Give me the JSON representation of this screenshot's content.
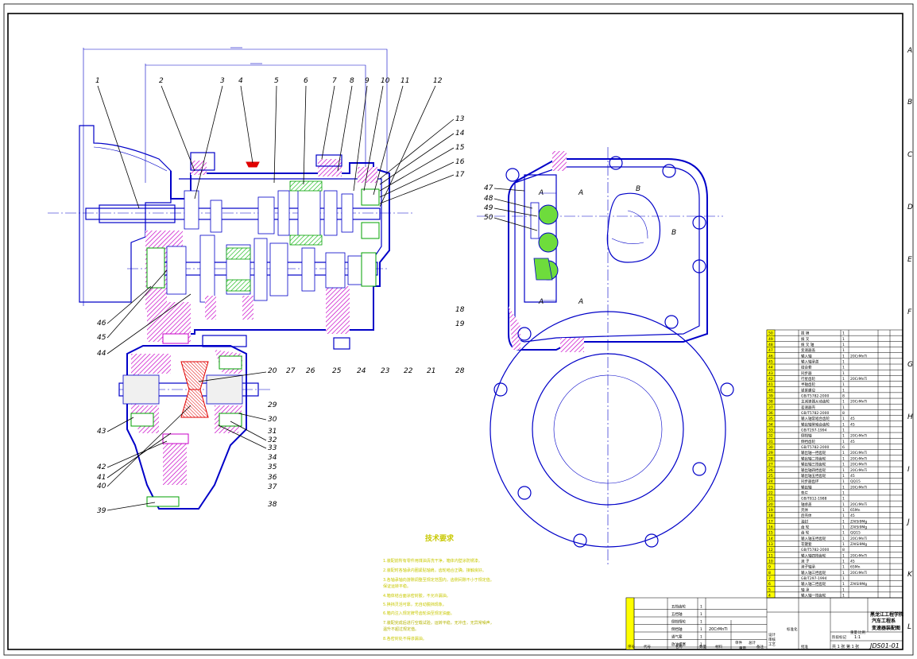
{
  "callouts_top": [
    "1",
    "2",
    "3",
    "4",
    "5",
    "6",
    "7",
    "8",
    "9",
    "10",
    "11",
    "12"
  ],
  "callouts_right": [
    "13",
    "14",
    "15",
    "16",
    "17"
  ],
  "callouts_mid_right": [
    "18",
    "19"
  ],
  "callouts_mid_row": [
    "20",
    "21",
    "22",
    "23",
    "24",
    "25",
    "26",
    "27",
    "28"
  ],
  "callouts_diff_right": [
    "29",
    "30",
    "31",
    "32",
    "33",
    "34",
    "35",
    "36",
    "37",
    "38"
  ],
  "callout_bottom_left": "39",
  "callouts_diff_left": [
    "40",
    "41",
    "42",
    "43"
  ],
  "callouts_left": [
    "44",
    "45",
    "46"
  ],
  "callouts_side_view": [
    "47",
    "48",
    "49",
    "50"
  ],
  "section_markers": {
    "a1": "A",
    "a2": "A",
    "a3": "A",
    "a4": "A",
    "b1": "B",
    "b2": "B"
  },
  "border_letters_right": [
    "A",
    "B",
    "C",
    "D",
    "E",
    "F",
    "G",
    "H",
    "I",
    "J",
    "K",
    "L"
  ],
  "tech_requirements": {
    "title": "技术要求",
    "lines": [
      "1.装配前所有零件用煤油清洗干净，箱体内壁涂防锈漆。",
      "2.装配时各轴承内圈紧贴轴肩，齿轮啮合正确，接触良好。",
      "3.各轴承轴向游隙调整至规定范围内，齿侧间隙不小于规定值。",
      "   保证运转平稳。",
      "4.箱体结合面涂密封胶，不允许漏油。",
      "5.换挡灵活可靠，无自动脱挡现象。",
      "6.箱内注入规定牌号齿轮油至规定油面。",
      "7.装配完成后进行空载试验，运转平稳，无冲击，无异常噪声，",
      "   温升不超过规定值。",
      "8.各密封处不得渗漏油。"
    ]
  },
  "parts_table_rows": [
    {
      "no": "50",
      "name": "拨 销",
      "qty": "1",
      "mat": ""
    },
    {
      "no": "49",
      "name": "拨 叉",
      "qty": "1",
      "mat": ""
    },
    {
      "no": "48",
      "name": "拨 叉 轴",
      "qty": "1",
      "mat": ""
    },
    {
      "no": "47",
      "name": "变速器盖",
      "qty": "1",
      "mat": ""
    },
    {
      "no": "46",
      "name": "输入轴",
      "qty": "1",
      "mat": "20CrMnTi"
    },
    {
      "no": "45",
      "name": "输入轴承盖",
      "qty": "1",
      "mat": ""
    },
    {
      "no": "44",
      "name": "结合套",
      "qty": "1",
      "mat": ""
    },
    {
      "no": "43",
      "name": "同步器",
      "qty": "1",
      "mat": ""
    },
    {
      "no": "42",
      "name": "行星齿轮",
      "qty": "1",
      "mat": "20CrMnTi"
    },
    {
      "no": "41",
      "name": "半轴齿轮",
      "qty": "1",
      "mat": ""
    },
    {
      "no": "40",
      "name": "锁紧螺母",
      "qty": "1",
      "mat": ""
    },
    {
      "no": "39",
      "name": "GB/T5782-2000",
      "qty": "8",
      "mat": ""
    },
    {
      "no": "38",
      "name": "主减速器从动齿轮",
      "qty": "1",
      "mat": "20CrMnTi"
    },
    {
      "no": "37",
      "name": "差速器壳",
      "qty": "1",
      "mat": ""
    },
    {
      "no": "36",
      "name": "GB/T5782-2000",
      "qty": "8",
      "mat": ""
    },
    {
      "no": "35",
      "name": "输入轴常啮合齿轮",
      "qty": "1",
      "mat": "45"
    },
    {
      "no": "34",
      "name": "输出轴常啮合齿轮",
      "qty": "1",
      "mat": "45"
    },
    {
      "no": "33",
      "name": "GB/T297-1994",
      "qty": "1",
      "mat": ""
    },
    {
      "no": "32",
      "name": "倒挡轴",
      "qty": "1",
      "mat": "20CrMnTi"
    },
    {
      "no": "31",
      "name": "倒挡齿轮",
      "qty": "1",
      "mat": "45"
    },
    {
      "no": "30",
      "name": "GB/T5782-2000",
      "qty": "6",
      "mat": ""
    },
    {
      "no": "29",
      "name": "输出轴一挡齿轮",
      "qty": "1",
      "mat": "20CrMnTi"
    },
    {
      "no": "28",
      "name": "输出轴二挡齿轮",
      "qty": "1",
      "mat": "20CrMnTi"
    },
    {
      "no": "27",
      "name": "输出轴三挡齿轮",
      "qty": "1",
      "mat": "20CrMnTi"
    },
    {
      "no": "26",
      "name": "输出轴四挡齿轮",
      "qty": "1",
      "mat": "20CrMnTi"
    },
    {
      "no": "25",
      "name": "输出轴五挡齿轮",
      "qty": "1",
      "mat": "45"
    },
    {
      "no": "24",
      "name": "同步器齿环",
      "qty": "1",
      "mat": "QQ15"
    },
    {
      "no": "23",
      "name": "输出轴",
      "qty": "1",
      "mat": "20CrMnTi"
    },
    {
      "no": "22",
      "name": "垫片",
      "qty": "1",
      "mat": ""
    },
    {
      "no": "21",
      "name": "GB/T812-1988",
      "qty": "1",
      "mat": ""
    },
    {
      "no": "20",
      "name": "轴承盖",
      "qty": "1",
      "mat": "20CrMnTi"
    },
    {
      "no": "19",
      "name": "壳体",
      "qty": "1",
      "mat": "65Mn"
    },
    {
      "no": "18",
      "name": "后壳体",
      "qty": "1",
      "mat": "45"
    },
    {
      "no": "17",
      "name": "油封",
      "qty": "1",
      "mat": "ZAlSi9Mg"
    },
    {
      "no": "16",
      "name": "齿 轮",
      "qty": "1",
      "mat": "ZAlSi9Mg"
    },
    {
      "no": "15",
      "name": "齿 轮",
      "qty": "1",
      "mat": "QQ15"
    },
    {
      "no": "14",
      "name": "输入轴五挡齿轮",
      "qty": "1",
      "mat": "20CrMnTi"
    },
    {
      "no": "13",
      "name": "花键套",
      "qty": "1",
      "mat": "ZAlSi9Mg"
    },
    {
      "no": "12",
      "name": "GB/T5782-2000",
      "qty": "8",
      "mat": ""
    },
    {
      "no": "11",
      "name": "输入轴四挡齿轮",
      "qty": "1",
      "mat": "20CrMnTi"
    },
    {
      "no": "10",
      "name": "滚 子",
      "qty": "1",
      "mat": "45"
    },
    {
      "no": "9",
      "name": "滚子轴承",
      "qty": "1",
      "mat": "65Mn"
    },
    {
      "no": "8",
      "name": "输入轴三挡齿轮",
      "qty": "1",
      "mat": "20CrMnTi"
    },
    {
      "no": "7",
      "name": "GB/T297-1994",
      "qty": "1",
      "mat": ""
    },
    {
      "no": "6",
      "name": "输入轴二挡齿轮",
      "qty": "1",
      "mat": "ZAlSi9Mg"
    },
    {
      "no": "5",
      "name": "轴 承",
      "qty": "1",
      "mat": ""
    },
    {
      "no": "4",
      "name": "输入轴一挡齿轮",
      "qty": "1",
      "mat": ""
    }
  ],
  "title_block": {
    "school": "黑龙江工程学院",
    "dept": "汽车工程系",
    "drawing_title": "变速器装配图",
    "drawing_no": "JDS01-01",
    "scale": "1:1",
    "sheet": "共 1 张  第 1 张",
    "material_note": "20CrMnTi",
    "labels": [
      "序号",
      "代号",
      "名称",
      "数量",
      "材料",
      "单件",
      "总计",
      "重量",
      "备注",
      "设计",
      "审核",
      "工艺",
      "批准",
      "标准化",
      "阶段标记",
      "重量",
      "比例"
    ]
  },
  "lower_rows": [
    {
      "name": "五挡齿轮",
      "qty": "1"
    },
    {
      "name": "五挡轴",
      "qty": "1"
    },
    {
      "name": "倒挡惰轮",
      "qty": "1"
    },
    {
      "name": "倒挡轴",
      "qty": "1"
    },
    {
      "name": "通气塞",
      "qty": "1"
    },
    {
      "name": "放油螺塞",
      "qty": "1"
    }
  ],
  "colors": {
    "main": "#0000c8",
    "hatch": "#c800c8",
    "bearing": "#00b400",
    "note": "#c8c800",
    "fill_green": "#6edc3c"
  }
}
